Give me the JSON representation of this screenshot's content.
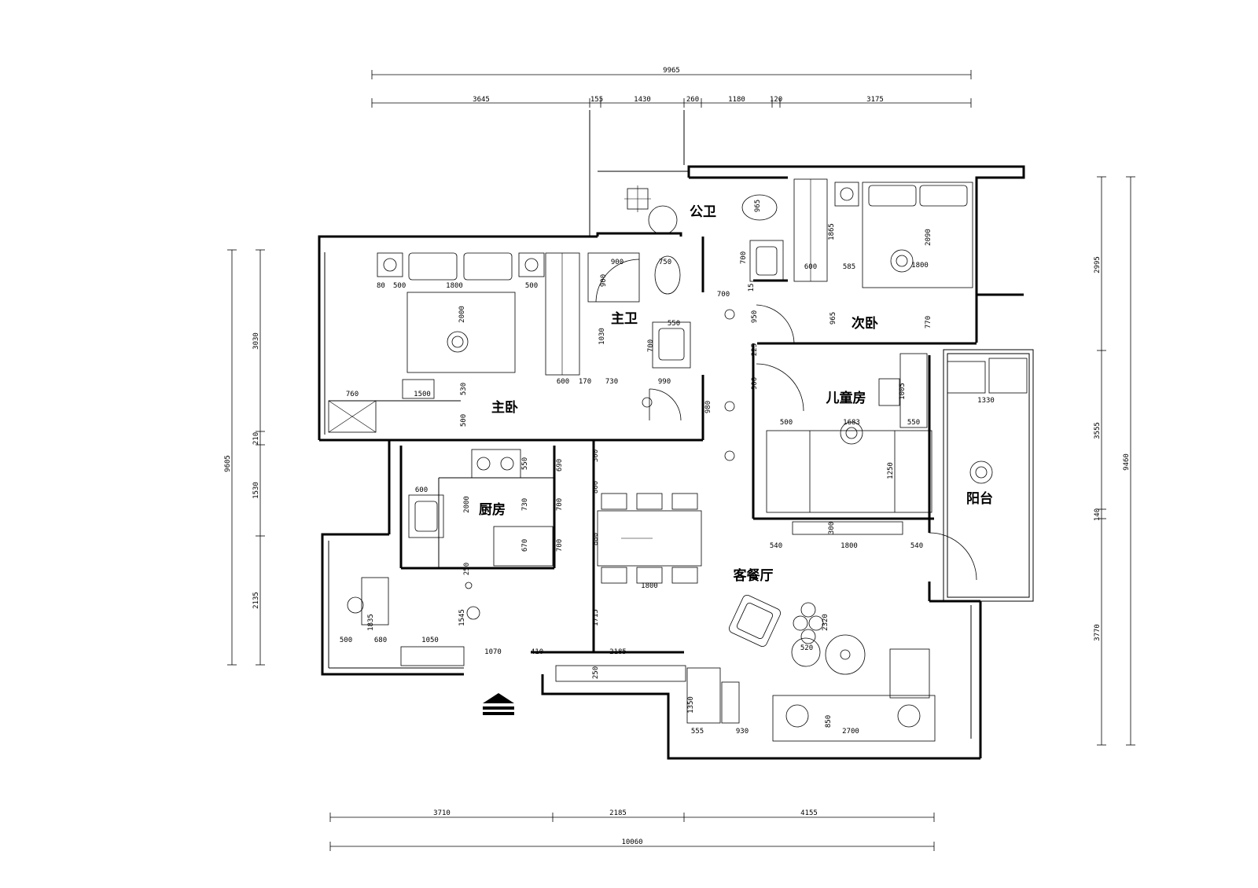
{
  "rooms": {
    "public_bath": "公卫",
    "master_bath": "主卫",
    "master_bedroom": "主卧",
    "second_bedroom": "次卧",
    "kids_room": "儿童房",
    "kitchen": "厨房",
    "balcony": "阳台",
    "living_dining": "客餐厅"
  },
  "dims_top": {
    "total": "9965",
    "d1": "3645",
    "d2": "155",
    "d3": "1430",
    "d4": "260",
    "d5": "1180",
    "d6": "120",
    "d7": "3175"
  },
  "dims_bottom": {
    "total": "10060",
    "d1": "3710",
    "d2": "2185",
    "d3": "4155"
  },
  "dims_left": {
    "total": "9605",
    "d1": "3030",
    "d2": "210",
    "d3": "1530",
    "d4": "2135"
  },
  "dims_right": {
    "total": "9460",
    "d1": "2995",
    "d2": "3555",
    "d3": "140",
    "d4": "3770"
  },
  "inner": {
    "mb_500a": "500",
    "mb_80": "80",
    "mb_1800": "1800",
    "mb_500b": "500",
    "mb_2000": "2000",
    "mb_760": "760",
    "mb_1500": "1500",
    "mb_530": "530",
    "mb_500c": "500",
    "mb_980": "980",
    "mbath_900": "900",
    "mbath_750": "750",
    "mbath_900v": "900",
    "mbath_550": "550",
    "mbath_700": "700",
    "mbath_1030": "1030",
    "wd_600": "600",
    "wd_170": "170",
    "wd_730": "730",
    "wd_990": "990",
    "corr_700": "700",
    "corr_15": "15",
    "pb_965": "965",
    "pb_700": "700",
    "sb_1865": "1865",
    "sb_600": "600",
    "sb_585": "585",
    "sb_2090": "2090",
    "sb_1800": "1800",
    "sb_965": "965",
    "sb_770": "770",
    "sb_950": "950",
    "sb_225": "225",
    "kr_900": "900",
    "kr_500": "500",
    "kr_1683": "1683",
    "kr_550": "550",
    "kr_1005": "1005",
    "kr_1250": "1250",
    "kr_300": "300",
    "bal_1330": "1330",
    "k_600": "600",
    "k_550": "550",
    "k_2000": "2000",
    "k_730": "730",
    "k_670": "670",
    "k_250": "250",
    "k_690": "690",
    "k_300": "300",
    "k_800": "800",
    "k_700a": "700",
    "k_700b": "700",
    "k_880": "880",
    "ld_540a": "540",
    "ld_1800": "1800",
    "ld_540b": "540",
    "ld_1800t": "1800",
    "ld_1715": "1715",
    "ld_2320": "2320",
    "ld_520": "520",
    "ld_850": "850",
    "ld_2700": "2700",
    "ld_930": "930",
    "ld_555": "555",
    "ld_1350": "1350",
    "ld_290": "290",
    "st_500": "500",
    "st_680": "680",
    "st_1050": "1050",
    "st_1545": "1545",
    "st_1835": "1835",
    "st_1070": "1070",
    "st_410": "410",
    "st_2185": "2185",
    "st_250": "250"
  },
  "colors": {
    "line": "#000000",
    "background": "#ffffff"
  },
  "icons": {
    "entrance": "entrance-arrow-icon"
  }
}
